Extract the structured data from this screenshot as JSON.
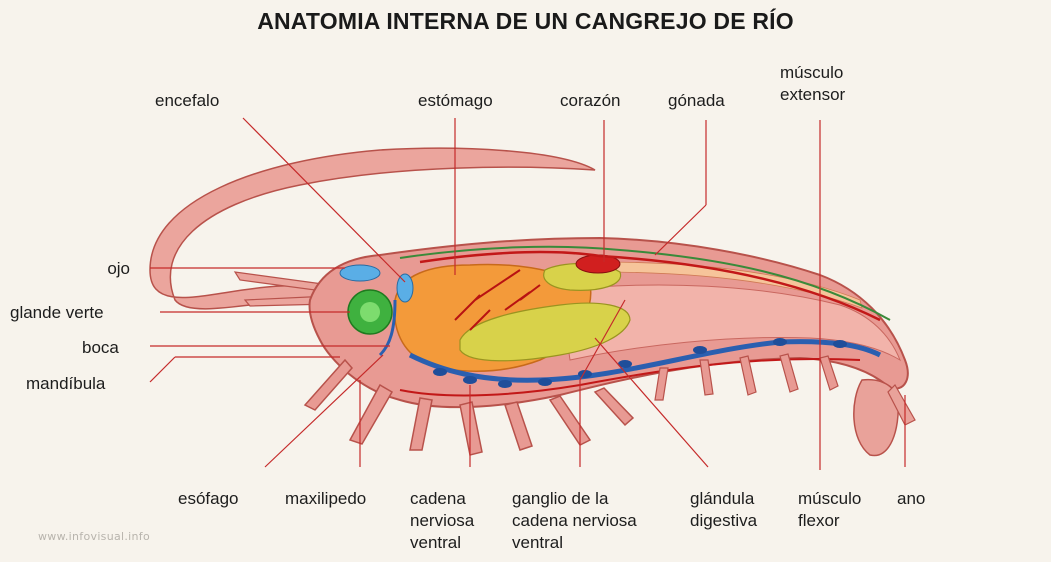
{
  "title": "ANATOMIA INTERNA DE UN CANGREJO DE RÍO",
  "watermark": "www.infovisual.info",
  "labels": {
    "encefalo": "encefalo",
    "estomago": "estómago",
    "corazon": "corazón",
    "gonada": "gónada",
    "musculo_extensor": [
      "músculo",
      "extensor"
    ],
    "ojo": "ojo",
    "glande_verte": "glande verte",
    "boca": "boca",
    "mandibula": "mandíbula",
    "esofago": "esófago",
    "maxilipedo": "maxilipedo",
    "cadena_nerviosa_ventral": [
      "cadena",
      "nerviosa",
      "ventral"
    ],
    "ganglio": [
      "ganglio de la",
      "cadena nerviosa",
      "ventral"
    ],
    "glandula_digestiva": [
      "glándula",
      "digestiva"
    ],
    "musculo_flexor": [
      "músculo",
      "flexor"
    ],
    "ano": "ano"
  },
  "colors": {
    "body": "#e89a93",
    "body_outline": "#b8524b",
    "muscle": "#f0b0a8",
    "stomach": "#f39a3a",
    "gland": "#d8d24a",
    "green_gland": "#3fb13f",
    "nerve": "#2a5fb0",
    "vessel": "#c21818",
    "heart": "#d11f1f",
    "gonad_line": "#3a8a3a",
    "leader": "#c52a2a"
  }
}
